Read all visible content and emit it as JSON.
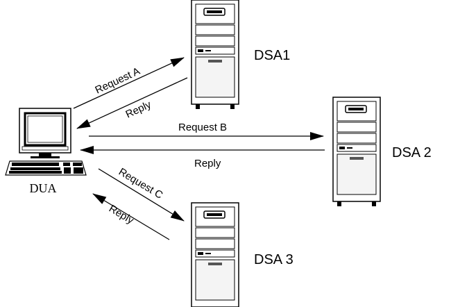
{
  "client": {
    "label": "DUA"
  },
  "servers": [
    {
      "id": "dsa1",
      "label": "DSA1"
    },
    {
      "id": "dsa2",
      "label": "DSA 2"
    },
    {
      "id": "dsa3",
      "label": "DSA 3"
    }
  ],
  "arrows": {
    "request_a": "Request A",
    "reply_a": "Reply",
    "request_b": "Request B",
    "reply_b": "Reply",
    "request_c": "Request C",
    "reply_c": "Reply"
  },
  "colors": {
    "stroke": "#000000",
    "background": "#ffffff",
    "panel": "#f4f4f4"
  },
  "icons": {
    "client": "computer-terminal-icon",
    "server": "tower-server-icon"
  }
}
